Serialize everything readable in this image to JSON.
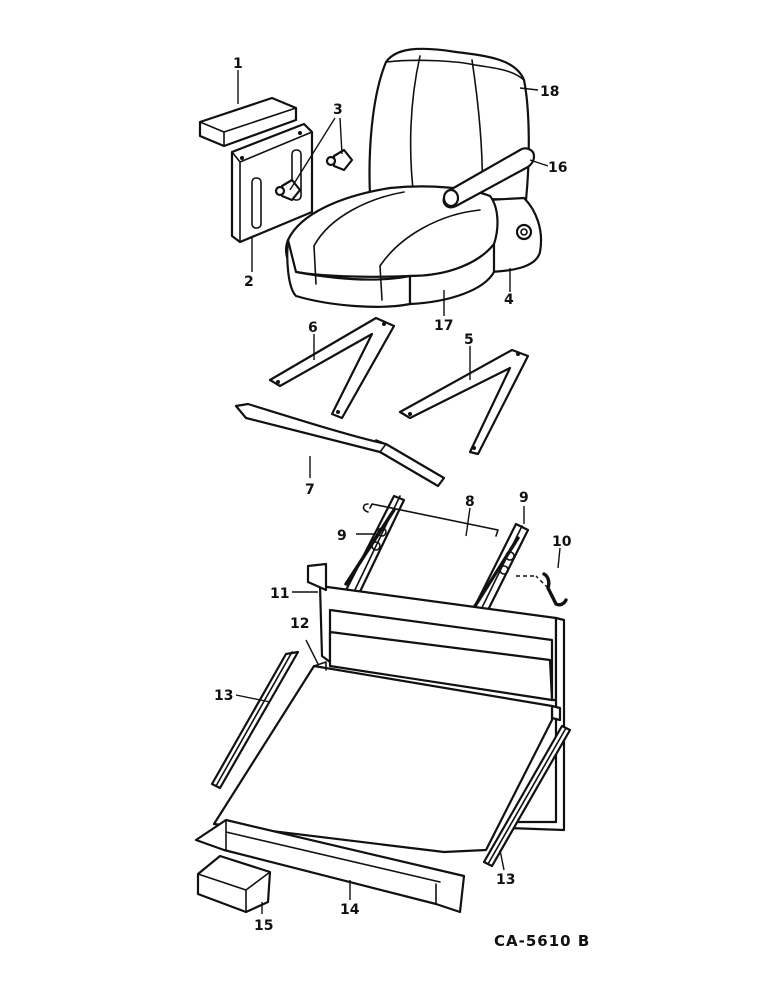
{
  "callouts": [
    "1",
    "2",
    "3",
    "4",
    "5",
    "6",
    "7",
    "8",
    "9",
    "9",
    "10",
    "11",
    "12",
    "13",
    "13",
    "14",
    "15",
    "16",
    "17",
    "18"
  ],
  "drawing_code": "CA-5610 B",
  "colors": {
    "ink": "#111111",
    "paper": "#ffffff"
  }
}
